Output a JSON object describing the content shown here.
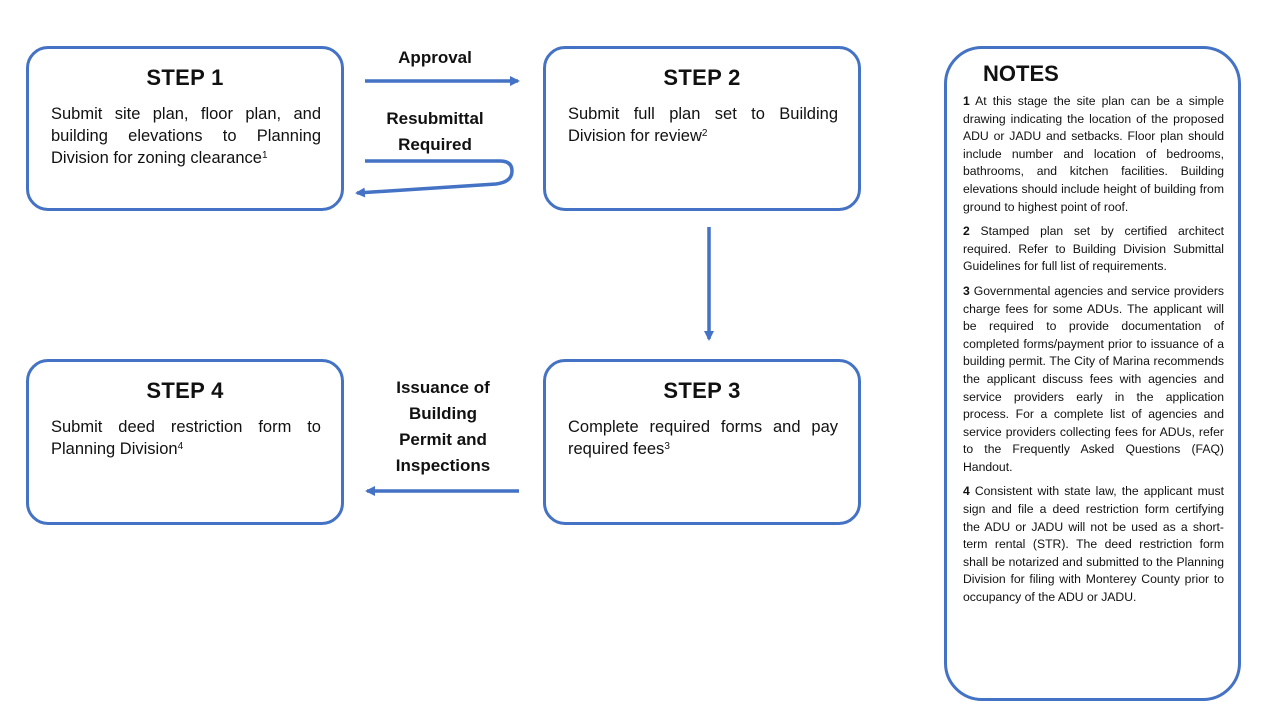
{
  "steps": [
    {
      "title": "STEP 1",
      "text": "Submit site plan, floor plan, and building elevations to Planning Division for zoning clearance",
      "sup": "1"
    },
    {
      "title": "STEP 2",
      "text": "Submit full plan set to Building Division for review",
      "sup": "2"
    },
    {
      "title": "STEP 3",
      "text": "Complete required forms and pay required fees",
      "sup": "3"
    },
    {
      "title": "STEP 4",
      "text": "Submit deed restriction form to Planning Division",
      "sup": "4"
    }
  ],
  "labels": {
    "approval": "Approval",
    "resubmittal_1": "Resubmittal",
    "resubmittal_2": "Required",
    "issuance_1": "Issuance of",
    "issuance_2": "Building",
    "issuance_3": "Permit and",
    "issuance_4": "Inspections"
  },
  "notes": {
    "title": "NOTES",
    "items": [
      {
        "num": "1",
        "text": "At this stage the site plan can be a simple drawing indicating the location of the proposed ADU or JADU and setbacks. Floor plan should include number and location of bedrooms, bathrooms, and kitchen facilities. Building elevations should include height of building from ground to highest point of roof."
      },
      {
        "num": "2",
        "text": "Stamped plan set by certified architect required. Refer to Building Division Submittal Guidelines for full list of requirements."
      },
      {
        "num": "3",
        "text": "Governmental agencies and service providers charge fees for some ADUs. The applicant will be required to provide documentation of completed forms/payment prior to issuance of a building permit. The City of Marina recommends the applicant discuss fees with agencies and service providers early in the application process. For a complete list of agencies and service providers collecting fees for ADUs, refer to the Frequently Asked Questions (FAQ) Handout."
      },
      {
        "num": "4",
        "text": "Consistent with state law, the applicant must sign and file a deed restriction form certifying the ADU or JADU will not be used as a short-term rental (STR). The deed restriction form shall be notarized and submitted to the Planning Division for filing with Monterey County prior to occupancy of the ADU or JADU."
      }
    ]
  },
  "colors": {
    "accent": "#4472c4"
  }
}
